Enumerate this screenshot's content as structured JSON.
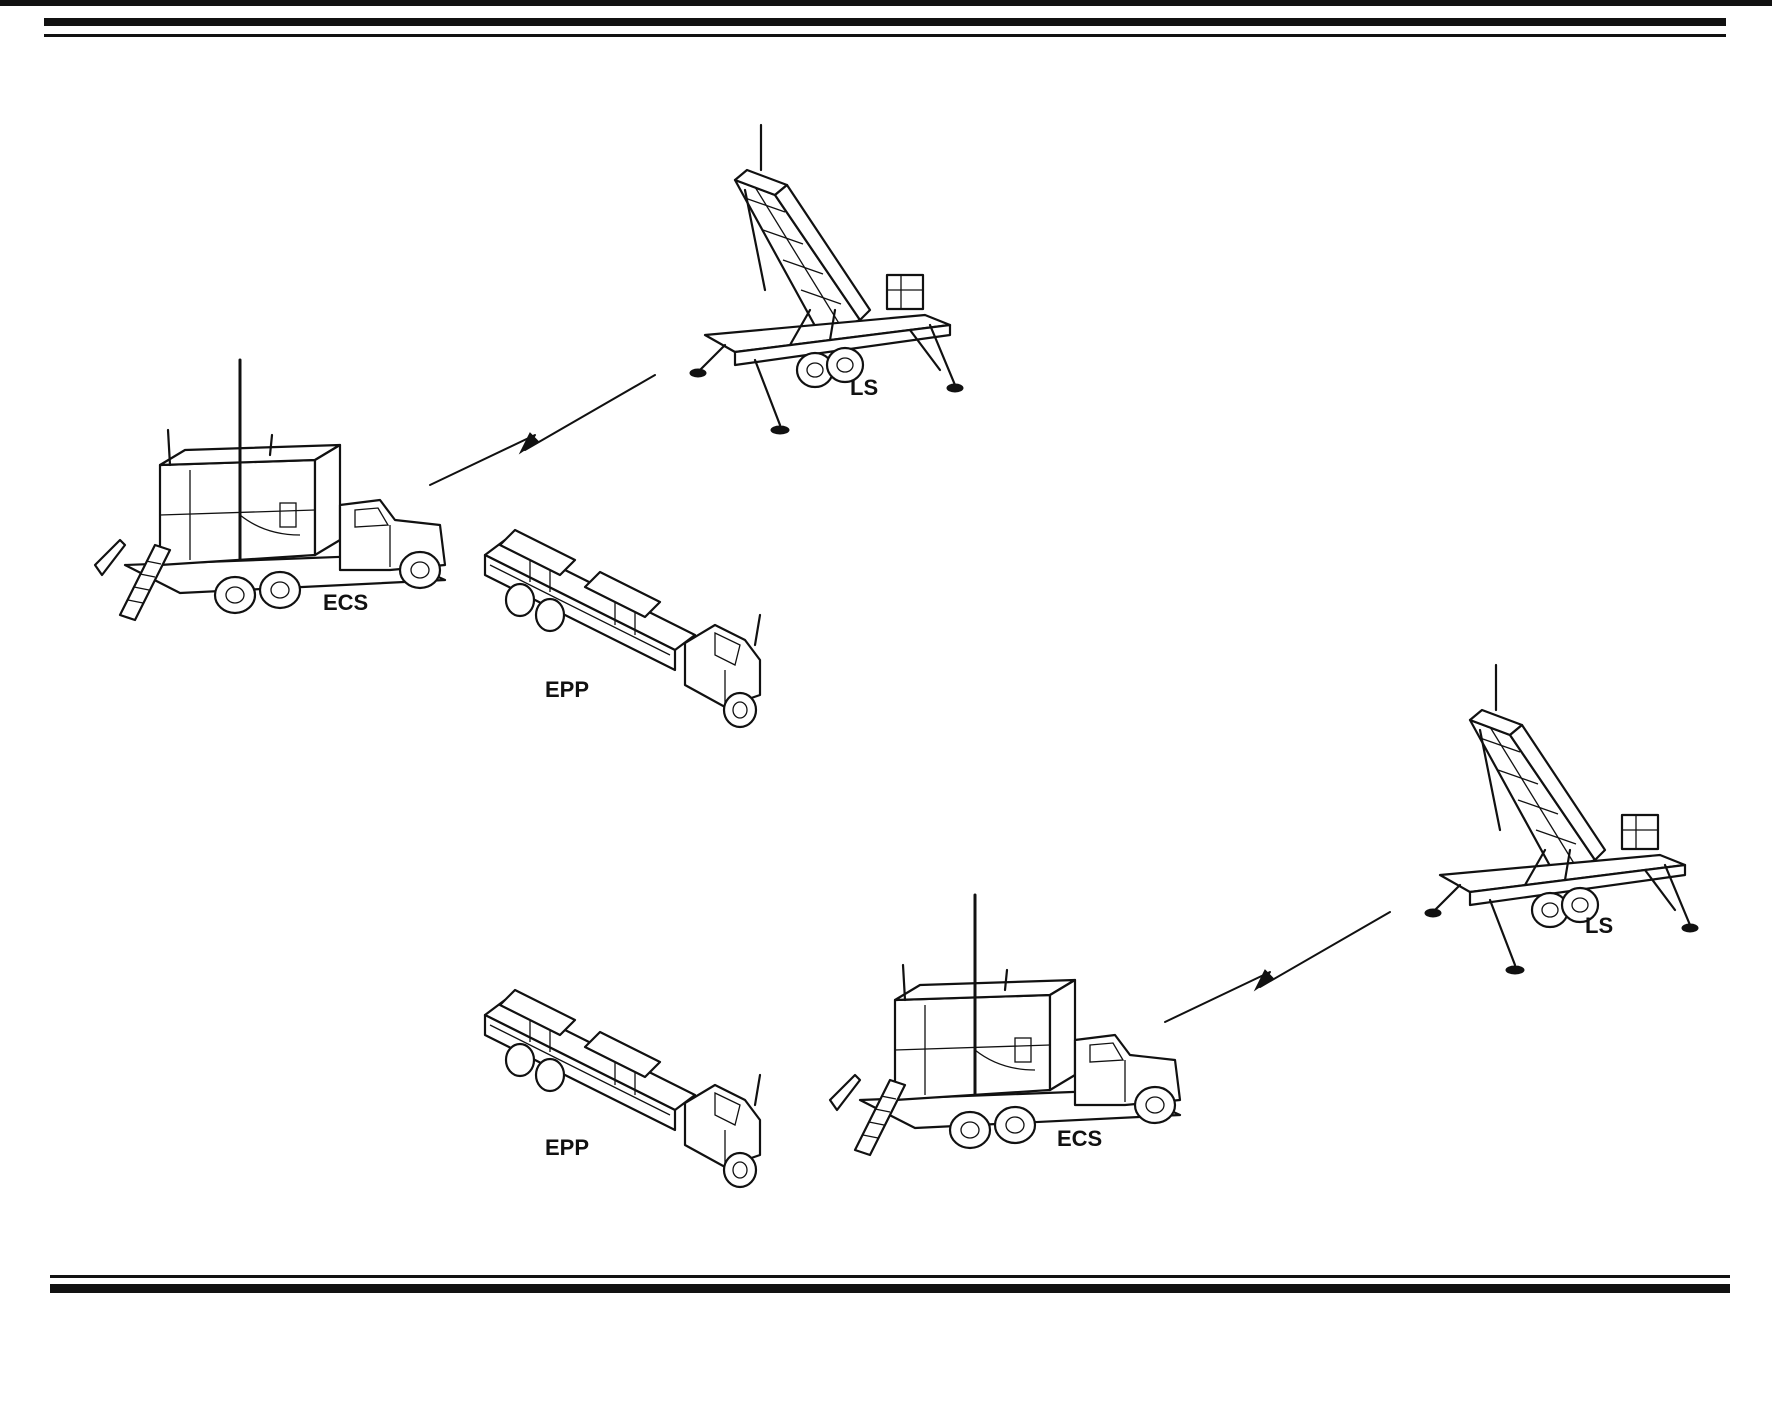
{
  "labels": {
    "ecs": "ECS",
    "ls": "LS",
    "epp": "EPP"
  },
  "colors": {
    "ink": "#111111",
    "paper": "#ffffff"
  },
  "groups": [
    {
      "name": "upper-group",
      "ecs_label": "ECS",
      "ls_label": "LS",
      "epp_label": "EPP"
    },
    {
      "name": "lower-group",
      "ecs_label": "ECS",
      "ls_label": "LS",
      "epp_label": "EPP"
    }
  ],
  "icons": {
    "ecs": "radar-control-truck-icon",
    "ls": "missile-launcher-icon",
    "epp": "power-plant-truck-icon",
    "link": "radio-link-icon"
  }
}
